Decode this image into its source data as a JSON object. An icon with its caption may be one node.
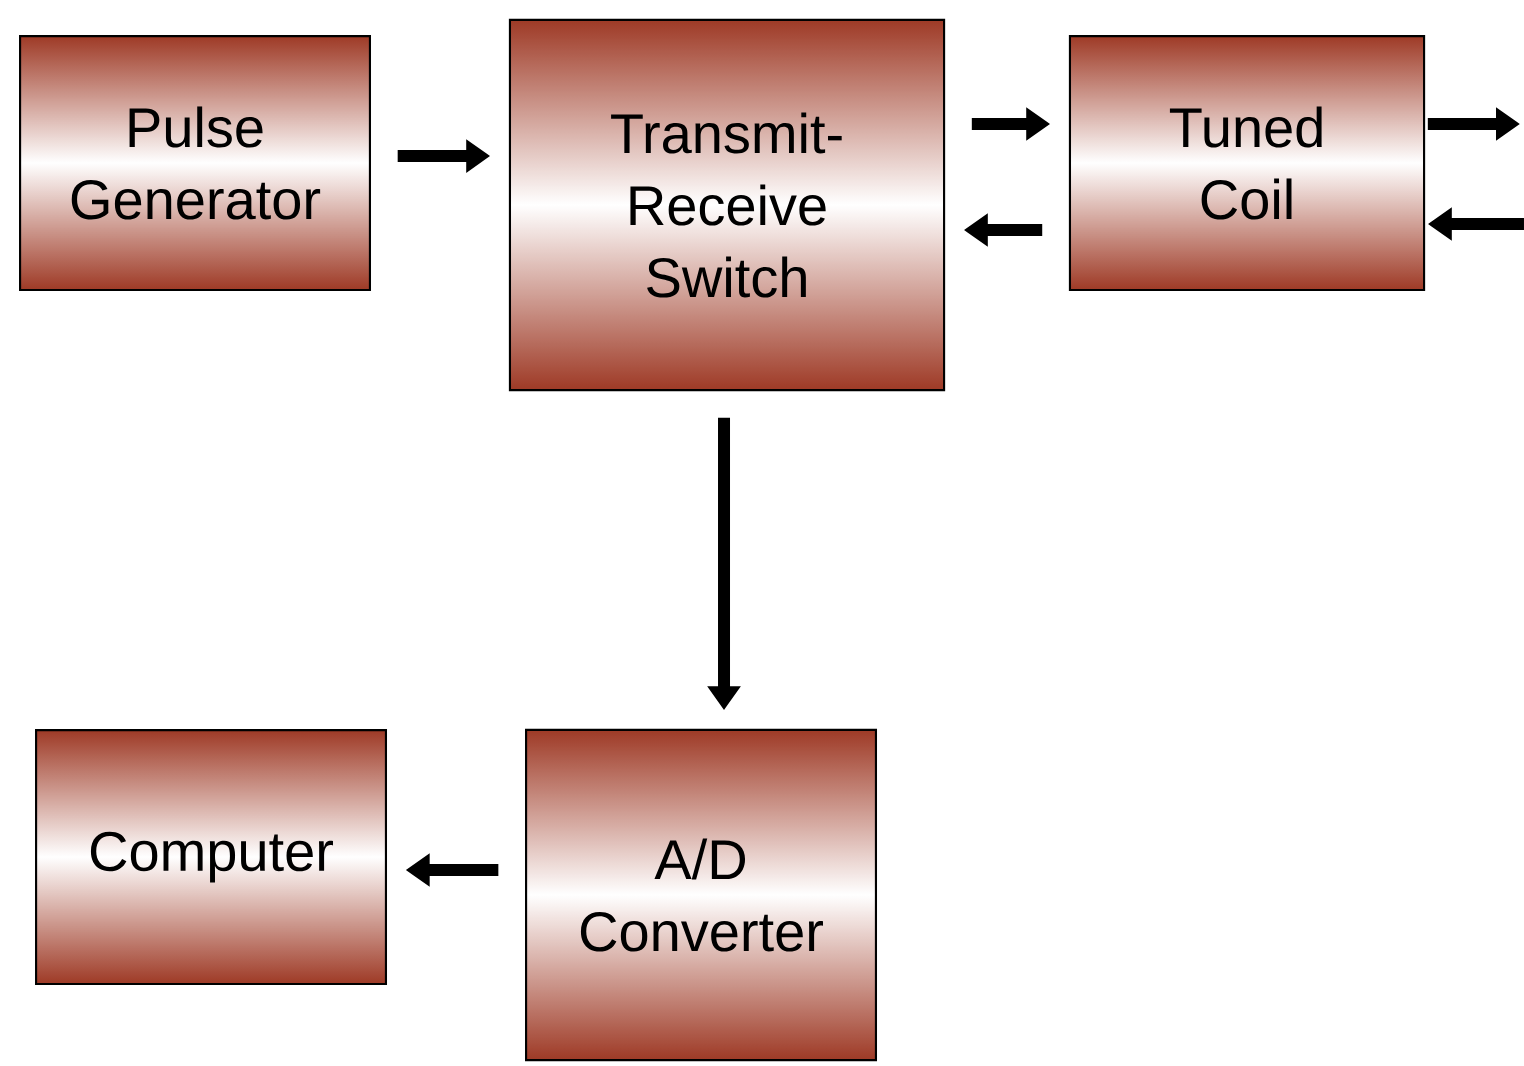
{
  "diagram": {
    "nodes": [
      {
        "text": [
          "Pulse Generator"
        ]
      },
      {
        "text": [
          "Transmit-Receive Switch"
        ]
      },
      {
        "text": [
          "Tuned Coil"
        ]
      },
      {
        "text": [
          "Computer"
        ]
      },
      {
        "text": [
          "A/D Converter"
        ]
      }
    ],
    "edges": [
      {
        "from": 0,
        "to": 1,
        "arrow": "to"
      },
      {
        "from": 1,
        "to": 2,
        "arrow": "to"
      },
      {
        "from": 2,
        "to": 1,
        "arrow": "to"
      },
      {
        "from": 2,
        "to": null,
        "arrow": "to"
      },
      {
        "from": null,
        "to": 2,
        "arrow": "to"
      },
      {
        "from": 1,
        "to": 4,
        "arrow": "to"
      },
      {
        "from": 4,
        "to": 3,
        "arrow": "to"
      }
    ]
  }
}
